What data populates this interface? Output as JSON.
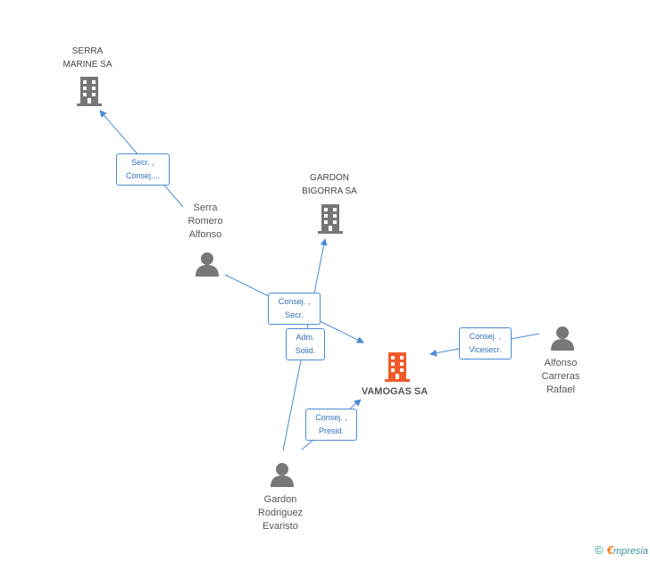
{
  "nodes": {
    "serra_marine": {
      "label": "SERRA\nMARINE SA",
      "icon": "building-icon",
      "color": "#777777"
    },
    "gardon_bigorra": {
      "label": "GARDON\nBIGORRA SA",
      "icon": "building-icon",
      "color": "#777777"
    },
    "vamogas": {
      "label": "VAMOGAS SA",
      "icon": "building-icon",
      "color": "#f05a28"
    },
    "serra_romero": {
      "label": "Serra\nRomero\nAlfonso",
      "icon": "person-icon",
      "color": "#777777"
    },
    "alfonso_carreras": {
      "label": "Alfonso\nCarreras\nRafael",
      "icon": "person-icon",
      "color": "#777777"
    },
    "gardon_rodriguez": {
      "label": "Gardon\nRodriguez\nEvaristo",
      "icon": "person-icon",
      "color": "#777777"
    }
  },
  "edges": {
    "serra_to_serra_marine": "Secr. ,\nConsej....",
    "serra_to_vamogas": "Consej. ,\nSecr.",
    "gardon_rod_to_gardon_bigorra": "Adm.\nSolid.",
    "gardon_rod_to_vamogas": "Consej. ,\nPresid.",
    "alfonso_to_vamogas": "Consej. ,\nVicesecr."
  },
  "colors": {
    "edge": "#4a8bd4"
  },
  "footer": {
    "copyright": "©",
    "brand_initial": "€",
    "brand_rest": "mpresia"
  }
}
